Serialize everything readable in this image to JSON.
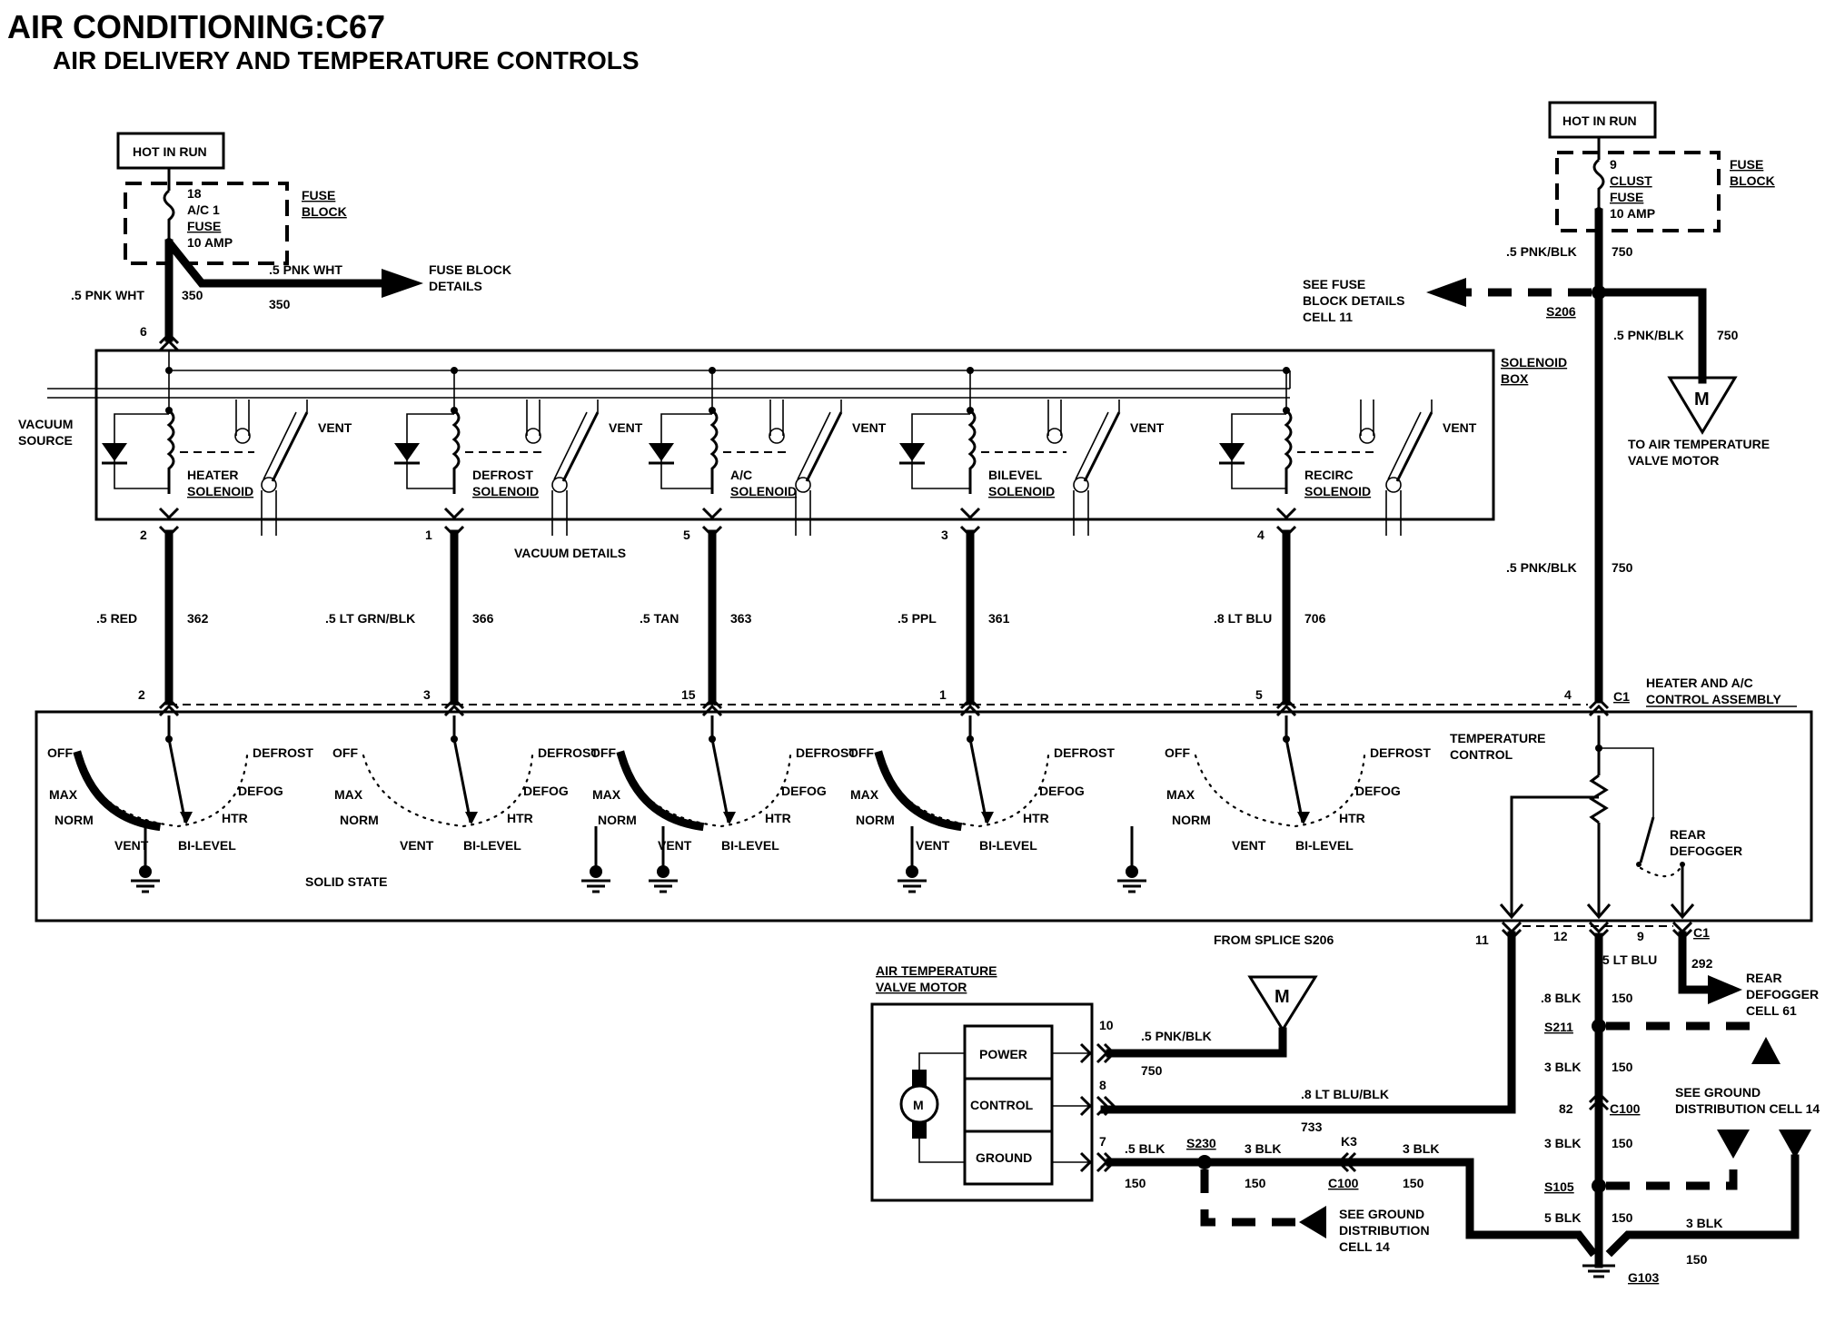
{
  "title": "AIR CONDITIONING:C67",
  "subtitle": "AIR DELIVERY AND TEMPERATURE CONTROLS",
  "left_fuse": {
    "hot": "HOT IN RUN",
    "num": "18",
    "name1": "A/C 1",
    "name2": "FUSE",
    "amp": "10 AMP",
    "block1": "FUSE",
    "block2": "BLOCK",
    "wire_label": ".5 PNK WHT",
    "wire_num": "350",
    "branch_label": ".5 PNK WHT",
    "branch_num": "350",
    "details1": "FUSE BLOCK",
    "details2": "DETAILS",
    "pin": "6"
  },
  "right_fuse": {
    "hot": "HOT IN RUN",
    "num": "9",
    "name1": "CLUST",
    "name2": "FUSE",
    "amp": "10 AMP",
    "block1": "FUSE",
    "block2": "BLOCK",
    "wire_label": ".5 PNK/BLK",
    "wire_num": "750",
    "splice": "S206",
    "see1": "SEE FUSE",
    "see2": "BLOCK DETAILS",
    "see3": "CELL 11",
    "motor_wire_label": ".5 PNK/BLK",
    "motor_wire_num": "750",
    "motor_symbol": "M",
    "to_motor1": "TO AIR TEMPERATURE",
    "to_motor2": "VALVE MOTOR",
    "down_label": ".5 PNK/BLK",
    "down_num": "750",
    "pin": "4",
    "conn": "C1"
  },
  "solenoid_box": {
    "label1": "SOLENOID",
    "label2": "BOX",
    "vacuum1": "VACUUM",
    "vacuum2": "SOURCE",
    "vacuum_details": "VACUUM DETAILS"
  },
  "solenoids": [
    {
      "name1": "HEATER",
      "name2": "SOLENOID",
      "vent": "VENT",
      "top_pin": "2",
      "wire": ".5 RED",
      "num": "362",
      "bot_pin": "2"
    },
    {
      "name1": "DEFROST",
      "name2": "SOLENOID",
      "vent": "VENT",
      "top_pin": "1",
      "wire": ".5 LT GRN/BLK",
      "num": "366",
      "bot_pin": "3"
    },
    {
      "name1": "A/C",
      "name2": "SOLENOID",
      "vent": "VENT",
      "top_pin": "5",
      "wire": ".5 TAN",
      "num": "363",
      "bot_pin": "15"
    },
    {
      "name1": "BILEVEL",
      "name2": "SOLENOID",
      "vent": "VENT",
      "top_pin": "3",
      "wire": ".5 PPL",
      "num": "361",
      "bot_pin": "1"
    },
    {
      "name1": "RECIRC",
      "name2": "SOLENOID",
      "vent": "VENT",
      "top_pin": "4",
      "wire": ".8 LT BLU",
      "num": "706",
      "bot_pin": "5"
    }
  ],
  "control_assembly": {
    "label1": "HEATER AND A/C",
    "label2": "CONTROL ASSEMBLY",
    "solid_state": "SOLID STATE",
    "temp1": "TEMPERATURE",
    "temp2": "CONTROL",
    "rear1": "REAR",
    "rear2": "DEFOGGER",
    "pos": {
      "off": "OFF",
      "max": "MAX",
      "norm": "NORM",
      "vent": "VENT",
      "bilevel": "BI-LEVEL",
      "htr": "HTR",
      "defog": "DEFOG",
      "defrost": "DEFROST"
    }
  },
  "lower": {
    "from_splice": "FROM SPLICE S206",
    "pin11": "11",
    "pin12": "12",
    "pin9": "9",
    "conn_c1": "C1",
    "lt_blu": ".5 LT BLU",
    "num292": "292",
    "rear_defog1": "REAR",
    "rear_defog2": "DEFOGGER",
    "rear_defog3": "CELL 61",
    "blk8": ".8 BLK",
    "n150a": "150",
    "s211": "S211",
    "blk3a": "3 BLK",
    "n150b": "150",
    "pin82": "82",
    "c100a": "C100",
    "see_ground1": "SEE GROUND",
    "see_ground2": "DISTRIBUTION CELL 14",
    "blk3b": "3 BLK",
    "n150c": "150",
    "s105": "S105",
    "blk5": "5 BLK",
    "n150d": "150",
    "blk3c": "3 BLK",
    "n150e": "150",
    "g103": "G103",
    "motor_title1": "AIR TEMPERATURE",
    "motor_title2": "VALVE MOTOR",
    "motor_symbol": "M",
    "power": "POWER",
    "control": "CONTROL",
    "ground": "GROUND",
    "pin10": "10",
    "pnk_blk": ".5 PNK/BLK",
    "n750": "750",
    "pin8": "8",
    "lt_blu_blk": ".8 LT BLU/BLK",
    "n733": "733",
    "pin7": "7",
    "blk05": ".5 BLK",
    "n150f": "150",
    "s230": "S230",
    "blk3d": "3 BLK",
    "n150g": "150",
    "k3": "K3",
    "c100b": "C100",
    "blk3e": "3 BLK",
    "n150h": "150",
    "see_gnd_b1": "SEE GROUND",
    "see_gnd_b2": "DISTRIBUTION",
    "see_gnd_b3": "CELL 14",
    "top_m": "M"
  }
}
